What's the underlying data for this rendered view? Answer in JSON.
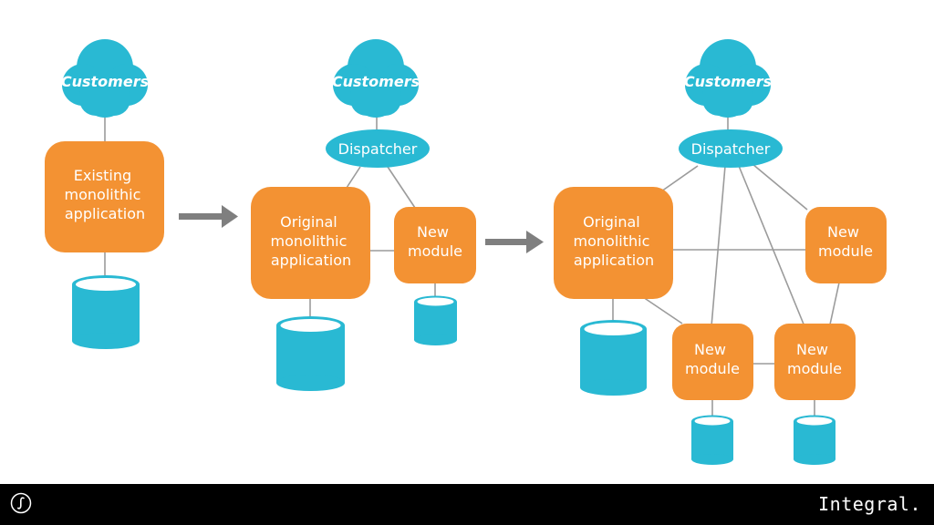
{
  "colors": {
    "cloud": "#29b9d3",
    "box": "#f39233",
    "db_side": "#29b9d3",
    "db_top": "#ffffff",
    "edge": "#9b9b9b",
    "arrow": "#7f7f7f",
    "footer_bg": "#000000",
    "footer_text": "#ffffff"
  },
  "stage1": {
    "cloud": "Customers",
    "app": [
      "Existing",
      "monolithic",
      "application"
    ]
  },
  "stage2": {
    "cloud": "Customers",
    "dispatcher": "Dispatcher",
    "app": [
      "Original",
      "monolithic",
      "application"
    ],
    "module": [
      "New",
      "module"
    ]
  },
  "stage3": {
    "cloud": "Customers",
    "dispatcher": "Dispatcher",
    "app": [
      "Original",
      "monolithic",
      "application"
    ],
    "module_a": [
      "New",
      "module"
    ],
    "module_b": [
      "New",
      "module"
    ],
    "module_c": [
      "New",
      "module"
    ]
  },
  "icons": {
    "arrow1": "right-arrow-icon",
    "arrow2": "right-arrow-icon",
    "logo": "integral-logo-icon"
  },
  "footer": {
    "brand": "Integral."
  }
}
